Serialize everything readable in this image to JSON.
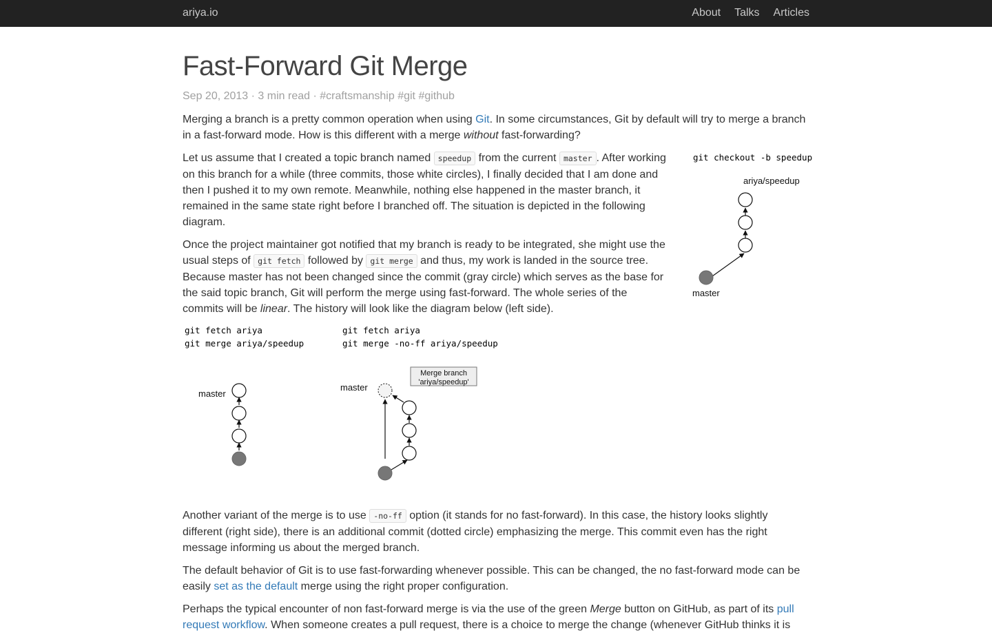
{
  "nav": {
    "brand": "ariya.io",
    "links": [
      "About",
      "Talks",
      "Articles"
    ]
  },
  "article": {
    "title": "Fast-Forward Git Merge",
    "date": "Sep 20, 2013",
    "read_time": "3 min read",
    "tags": [
      "#craftsmanship",
      "#git",
      "#github"
    ],
    "p1": {
      "a": "Merging a branch is a pretty common operation when using ",
      "link": "Git",
      "b": ". In some circumstances, Git by default will try to merge a branch in a fast-forward mode. How is this different with a merge ",
      "em": "without",
      "c": " fast-forwarding?"
    },
    "p2": {
      "a": "Let us assume that I created a topic branch named ",
      "code1": "speedup",
      "b": " from the current ",
      "code2": "master",
      "c": ". After working on this branch for a while (three commits, those white circles), I finally decided that I am done and then I pushed it to my own remote. Meanwhile, nothing else happened in the master branch, it remained in the same state right before I branched off. The situation is depicted in the following diagram."
    },
    "p3": {
      "a": "Once the project maintainer got notified that my branch is ready to be integrated, she might use the usual steps of ",
      "code1": "git fetch",
      "b": " followed by ",
      "code2": "git merge",
      "c": " and thus, my work is landed in the source tree. Because master has not been changed since the commit (gray circle) which serves as the base for the said topic branch, Git will perform the merge using fast-forward. The whole series of the commits will be ",
      "em": "linear",
      "d": ". The history will look like the diagram below (left side)."
    },
    "p4": {
      "a": "Another variant of the merge is to use ",
      "code1": "-no-ff",
      "b": " option (it stands for no fast-forward). In this case, the history looks slightly different (right side), there is an additional commit (dotted circle) emphasizing the merge. This commit even has the right message informing us about the merged branch."
    },
    "p5": {
      "a": "The default behavior of Git is to use fast-forwarding whenever possible. This can be changed, the no fast-forward mode can be easily ",
      "link": "set as the default",
      "b": " merge using the right proper configuration."
    },
    "p6": {
      "a": "Perhaps the typical encounter of non fast-forward merge is via the use of the green ",
      "em": "Merge",
      "b": " button on GitHub, as part of its ",
      "link": "pull request workflow",
      "c": ". When someone creates a pull request, there is a choice to merge the change (whenever GitHub thinks it is"
    }
  },
  "diagrams": {
    "checkout": {
      "command": "git checkout -b speedup",
      "branch_label": "ariya/speedup",
      "master_label": "master"
    },
    "ff": {
      "cmd1": "git fetch ariya",
      "cmd2": "git merge ariya/speedup",
      "master_label": "master"
    },
    "noff": {
      "cmd1": "git fetch ariya",
      "cmd2": "git merge -no-ff ariya/speedup",
      "master_label": "master",
      "msg_line1": "Merge branch",
      "msg_line2": "'ariya/speedup'"
    }
  },
  "colors": {
    "topbar": "#222222",
    "link": "#337ab7",
    "base_commit": "#777777"
  }
}
